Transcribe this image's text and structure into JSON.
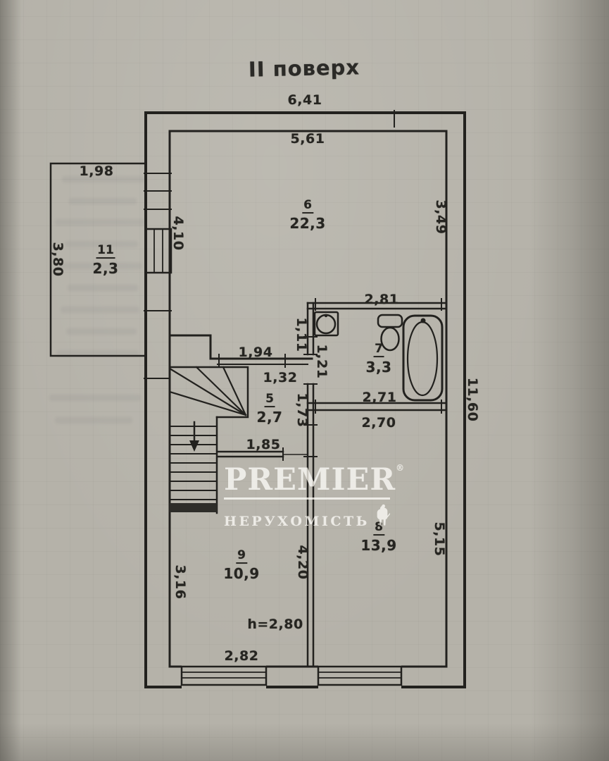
{
  "page": {
    "title": "ІІ поверх"
  },
  "colors": {
    "paper": "#b5b2a9",
    "ink": "#22211e",
    "watermark": "#e9e6dc"
  },
  "watermark": {
    "brand": "PREMIER",
    "registered": "®",
    "subtitle": "НЕРУХОМІСТЬ",
    "lion_icon": "premier-lion-icon"
  },
  "fixtures": {
    "sink": "sink-icon",
    "toilet": "toilet-icon",
    "bathtub": "bathtub-icon"
  },
  "rooms": {
    "r6": {
      "number": "6",
      "area": "22,3"
    },
    "r7": {
      "number": "7",
      "area": "3,3"
    },
    "r5": {
      "number": "5",
      "area": "2,7"
    },
    "r8": {
      "number": "8",
      "area": "13,9"
    },
    "r9": {
      "number": "9",
      "area": "10,9"
    },
    "r11": {
      "number": "11",
      "area": "2,3"
    }
  },
  "dims": {
    "top_overall": "6,41",
    "room6_top": "5,61",
    "balcony_top": "1,98",
    "balcony_left": "3,80",
    "room6_left": "4,10",
    "room6_right": "3,49",
    "bath_top": "2,81",
    "bath_left_upper": "1,11",
    "bath_left_lower": "1,21",
    "hall_top": "1,94",
    "hall_top_lower": "1,32",
    "bath_bottom": "2,71",
    "room8_top": "2,70",
    "mid_left": "1,73",
    "right_overall": "11,60",
    "hall_bottom": "1,85",
    "room9_left": "3,16",
    "mid_wall": "4,20",
    "room8_right": "5,15",
    "ceiling_height": "h=2,80",
    "room9_bottom": "2,82"
  }
}
